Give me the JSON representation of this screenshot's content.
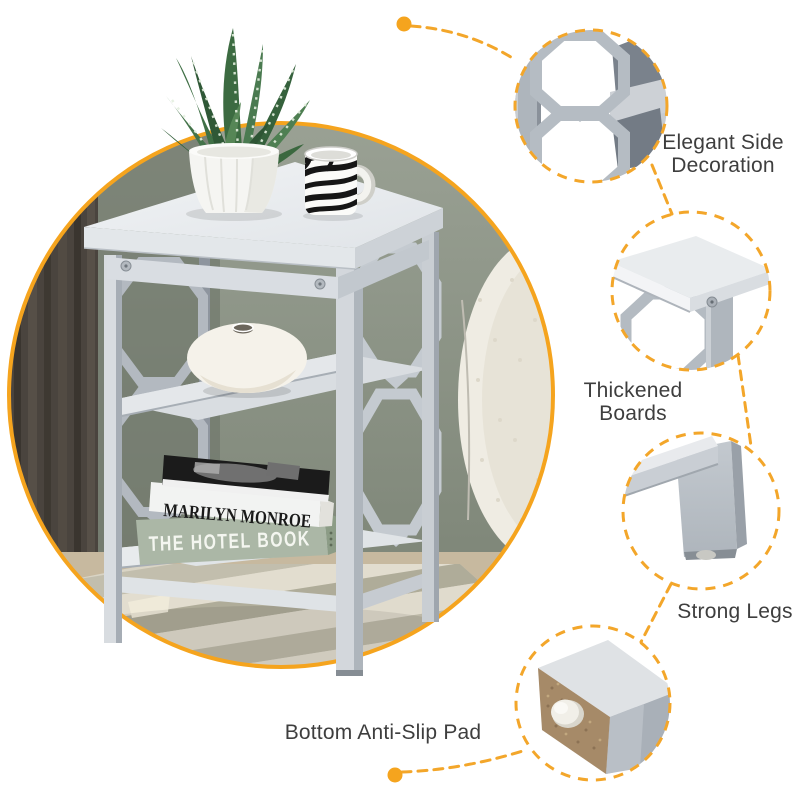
{
  "page": {
    "background_color": "#FFFFFF",
    "accent_color": "#F5A41E"
  },
  "main_photo": {
    "product_color": "#C9CED4",
    "wall_color": "#878F81",
    "books": [
      {
        "title": "MARILYN MONROE",
        "spine_color": "#F2F3F2",
        "text_color": "#1A1A1A"
      },
      {
        "title": "THE HOTEL BOOK",
        "spine_color": "#ABB7A6",
        "text_color": "#F4F6F0"
      }
    ]
  },
  "callouts": [
    {
      "id": "elegant-side-decoration",
      "lines": [
        "Elegant Side",
        "Decoration"
      ]
    },
    {
      "id": "thickened-boards",
      "lines": [
        "Thickened",
        "Boards"
      ]
    },
    {
      "id": "strong-legs",
      "lines": [
        "Strong Legs"
      ]
    },
    {
      "id": "bottom-anti-slip-pad",
      "lines": [
        "Bottom Anti-Slip Pad"
      ]
    }
  ]
}
